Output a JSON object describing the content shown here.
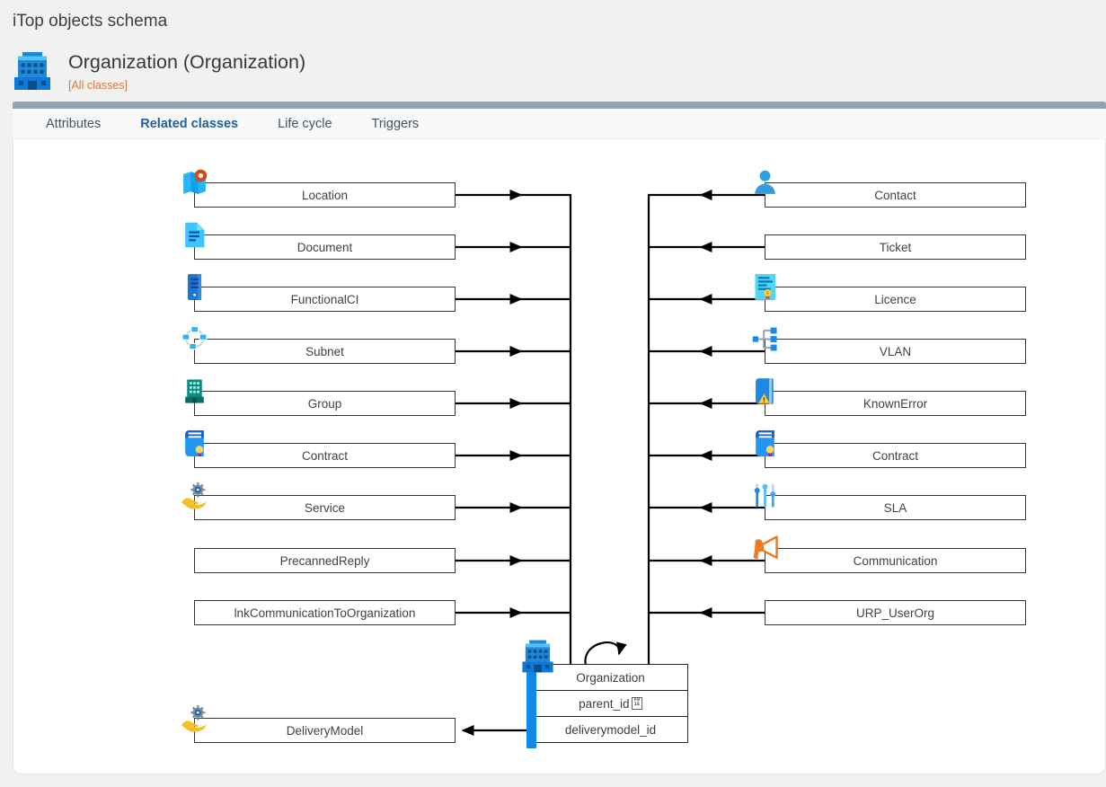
{
  "page": {
    "title": "iTop objects schema"
  },
  "header": {
    "class_title": "Organization (Organization)",
    "all_classes_link": "[All classes]",
    "icon": "organization-building-icon"
  },
  "tabs": [
    {
      "label": "Attributes",
      "active": false
    },
    {
      "label": "Related classes",
      "active": true
    },
    {
      "label": "Life cycle",
      "active": false
    },
    {
      "label": "Triggers",
      "active": false
    }
  ],
  "diagram": {
    "left_nodes": [
      {
        "label": "Location",
        "icon": "location-icon"
      },
      {
        "label": "Document",
        "icon": "document-icon"
      },
      {
        "label": "FunctionalCI",
        "icon": "server-icon"
      },
      {
        "label": "Subnet",
        "icon": "subnet-icon"
      },
      {
        "label": "Group",
        "icon": "group-building-icon"
      },
      {
        "label": "Contract",
        "icon": "contract-icon"
      },
      {
        "label": "Service",
        "icon": "service-icon"
      },
      {
        "label": "PrecannedReply",
        "icon": null
      },
      {
        "label": "lnkCommunicationToOrganization",
        "icon": null
      }
    ],
    "right_nodes": [
      {
        "label": "Contact",
        "icon": "contact-icon"
      },
      {
        "label": "Ticket",
        "icon": null
      },
      {
        "label": "Licence",
        "icon": "licence-icon"
      },
      {
        "label": "VLAN",
        "icon": "vlan-icon"
      },
      {
        "label": "KnownError",
        "icon": "known-error-icon"
      },
      {
        "label": "Contract",
        "icon": "contract-icon"
      },
      {
        "label": "SLA",
        "icon": "sla-icon"
      },
      {
        "label": "Communication",
        "icon": "communication-icon"
      },
      {
        "label": "URP_UserOrg",
        "icon": null
      }
    ],
    "bottom_node": {
      "label": "DeliveryModel",
      "icon": "service-icon"
    },
    "center_node": {
      "title": "Organization",
      "icon": "organization-building-icon",
      "fields": [
        {
          "name": "parent_id",
          "glyph": "F01E"
        },
        {
          "name": "deliverymodel_id",
          "glyph": null
        }
      ]
    }
  },
  "colors": {
    "accent_orange": "#dd7740",
    "tab_active_blue": "#1e5f9e",
    "strip_gray": "#93a1b3",
    "connector_black": "#000000",
    "icon_blue": "#1e88d5",
    "bar_blue": "#1187e8"
  }
}
